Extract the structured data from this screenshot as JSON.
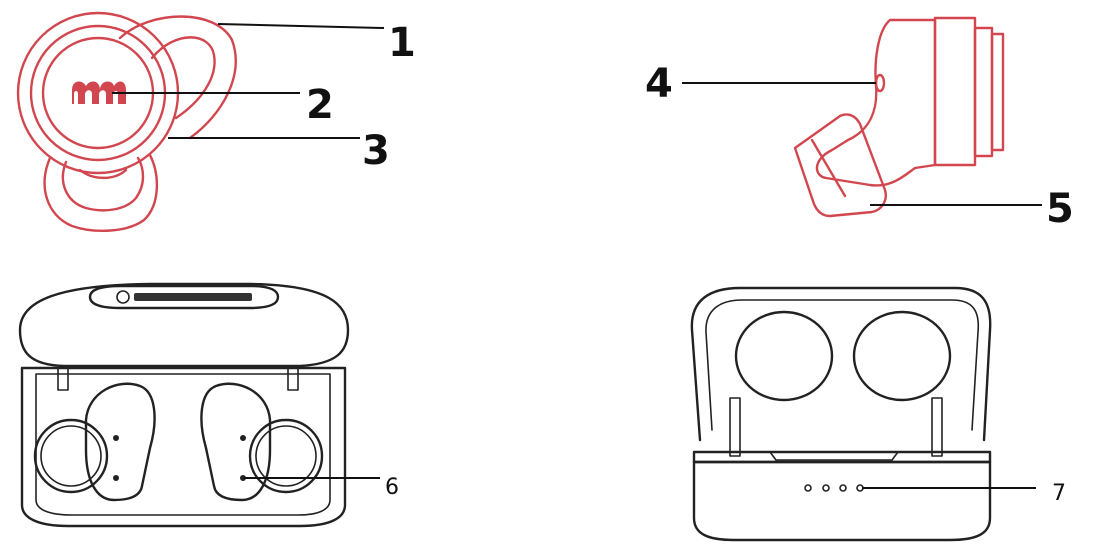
{
  "colors": {
    "earbud_outline": "#d2474f",
    "case_outline": "#222222",
    "logo_fill": "#d2474f",
    "callout_text": "#111111",
    "background": "#ffffff"
  },
  "callouts": {
    "c1": "1",
    "c2": "2",
    "c3": "3",
    "c4": "4",
    "c5": "5",
    "c6": "6",
    "c7": "7"
  },
  "icons": {
    "earbud_logo": "monster-logo-icon",
    "case_lid_logo": "monster-wordmark-logo"
  },
  "case_open": {
    "led_count": 4
  }
}
